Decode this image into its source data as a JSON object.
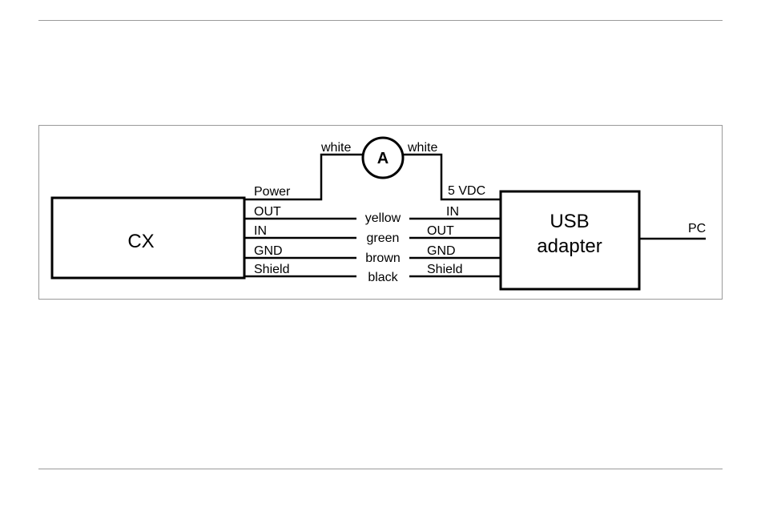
{
  "diagram": {
    "cx_label": "CX",
    "usb_label_line1": "USB",
    "usb_label_line2": "adapter",
    "ammeter_label": "A",
    "pc_label": "PC",
    "cx_pins": {
      "power": "Power",
      "out": "OUT",
      "in": "IN",
      "gnd": "GND",
      "shield": "Shield"
    },
    "usb_pins": {
      "vdc": "5 VDC",
      "in": "IN",
      "out": "OUT",
      "gnd": "GND",
      "shield": "Shield"
    },
    "wires": {
      "power_left": "white",
      "power_right": "white",
      "yellow": "yellow",
      "green": "green",
      "brown": "brown",
      "black": "black"
    }
  }
}
